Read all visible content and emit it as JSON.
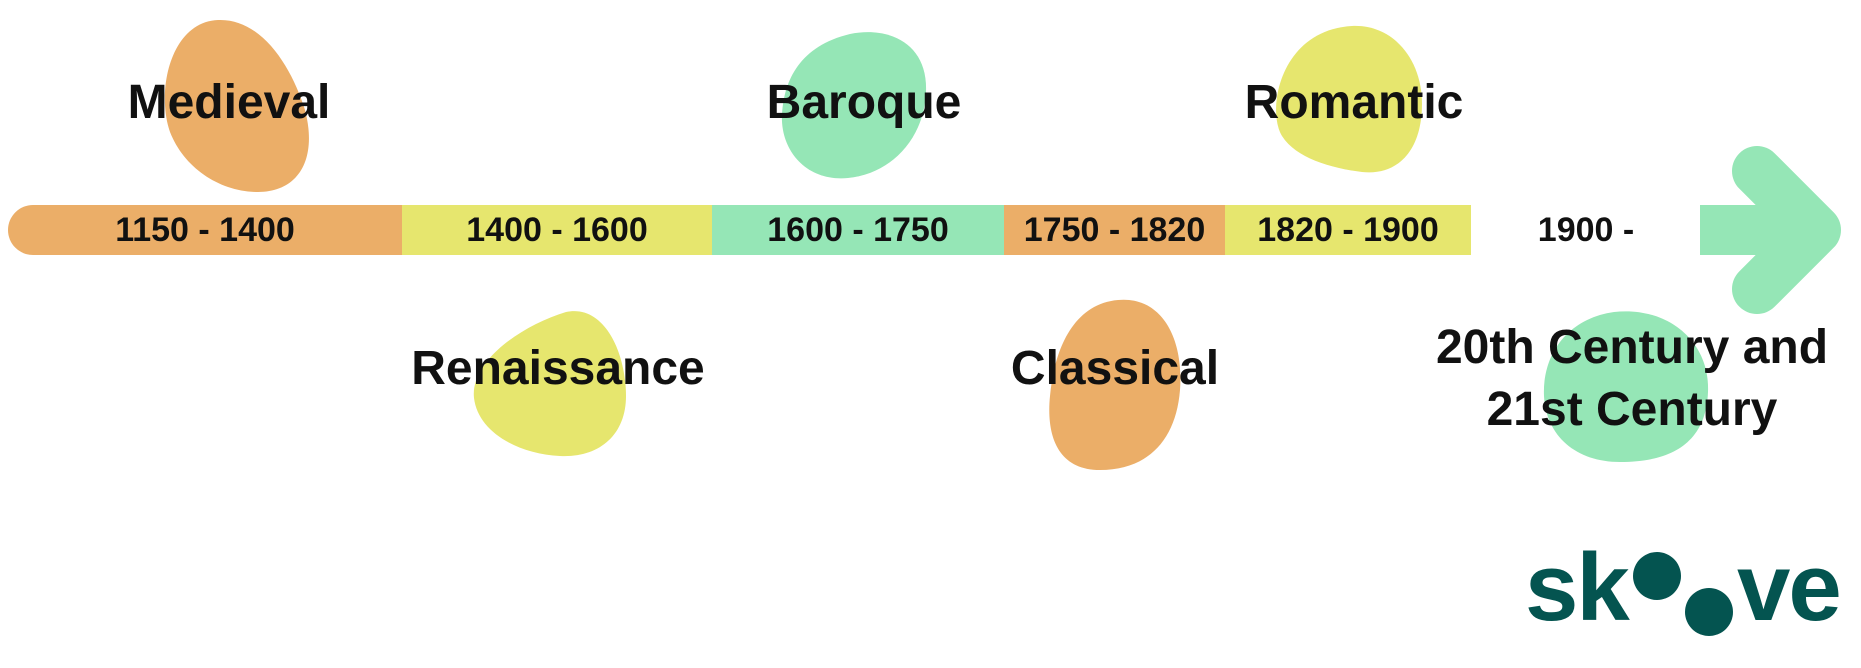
{
  "colors": {
    "orange": "#EBAE68",
    "yellow": "#E6E66E",
    "green": "#95E6B6",
    "logo": "#045450",
    "text": "#111111"
  },
  "timeline": {
    "segments": [
      {
        "label": "1150 - 1400",
        "color": "orange"
      },
      {
        "label": "1400 - 1600",
        "color": "yellow"
      },
      {
        "label": "1600 - 1750",
        "color": "green"
      },
      {
        "label": "1750 - 1820",
        "color": "orange"
      },
      {
        "label": "1820 - 1900",
        "color": "yellow"
      },
      {
        "label": "1900 -",
        "color": "green"
      }
    ]
  },
  "eras": {
    "medieval": "Medieval",
    "renaissance": "Renaissance",
    "baroque": "Baroque",
    "classical": "Classical",
    "romantic": "Romantic",
    "modern_line1": "20th Century and",
    "modern_line2": "21st Century"
  },
  "logo": {
    "text": "skoove",
    "part_left": "sk",
    "part_right": "ve"
  }
}
